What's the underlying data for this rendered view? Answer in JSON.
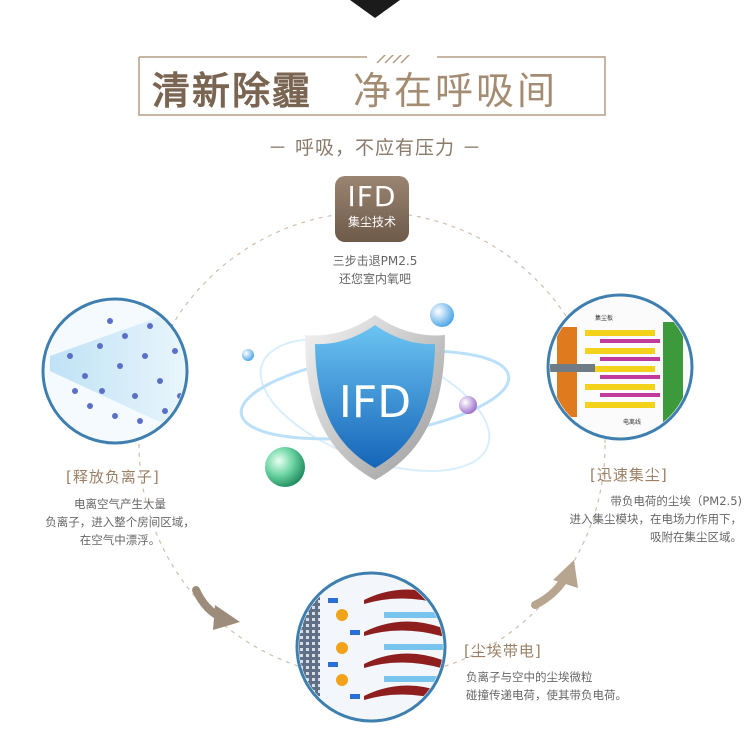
{
  "title": {
    "bold": "清新除霾",
    "light": "净在呼吸间"
  },
  "subtitle": "－ 呼吸，不应有压力 －",
  "center": {
    "badge_title": "IFD",
    "badge_subtitle": "集尘技术",
    "caption_line1": "三步击退PM2.5",
    "caption_line2": "还您室内氧吧",
    "shield_text": "IFD"
  },
  "left_step": {
    "title": "[释放负离子]",
    "lines": [
      "电离空气产生大量",
      "负离子，进入整个房间区域，",
      "在空气中漂浮。"
    ]
  },
  "right_step": {
    "title": "[迅速集尘]",
    "lines": [
      "带负电荷的尘埃（PM2.5)",
      "进入集尘模块，在电场力作用下，",
      "吸附在集尘区域。"
    ]
  },
  "bottom_step": {
    "title": "[尘埃带电]",
    "lines": [
      "负离子与空中的尘埃微粒",
      "碰撞传递电荷，使其带负电荷。"
    ]
  },
  "diagram_labels": {
    "collector": "集尘板",
    "field": "电离线"
  },
  "colors": {
    "brown": "#7a6552",
    "tan": "#a48c72",
    "blue": "#2d86d3",
    "dashed": "#c8b8a6"
  }
}
